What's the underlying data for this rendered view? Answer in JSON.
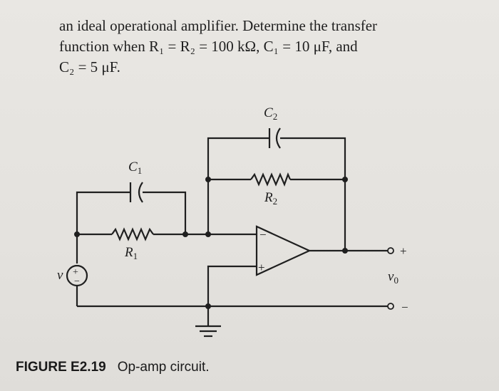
{
  "problem_lines": [
    "an ideal operational amplifier. Determine the transfer",
    "function when R₁ = R₂ = 100 kΩ, C₁ = 10 μF, and",
    "C₂ = 5 μF."
  ],
  "circuit": {
    "labels": {
      "c1": "C",
      "c1_sub": "1",
      "c2": "C",
      "c2_sub": "2",
      "r1": "R",
      "r1_sub": "1",
      "r2": "R",
      "r2_sub": "2",
      "source": "v",
      "output": "v",
      "output_sub": "0",
      "out_plus": "+",
      "out_minus": "−",
      "opamp_minus": "−",
      "opamp_plus": "+",
      "src_plus": "+",
      "src_minus": "−"
    }
  },
  "figure": {
    "number": "FIGURE E2.19",
    "caption": "Op-amp circuit."
  }
}
